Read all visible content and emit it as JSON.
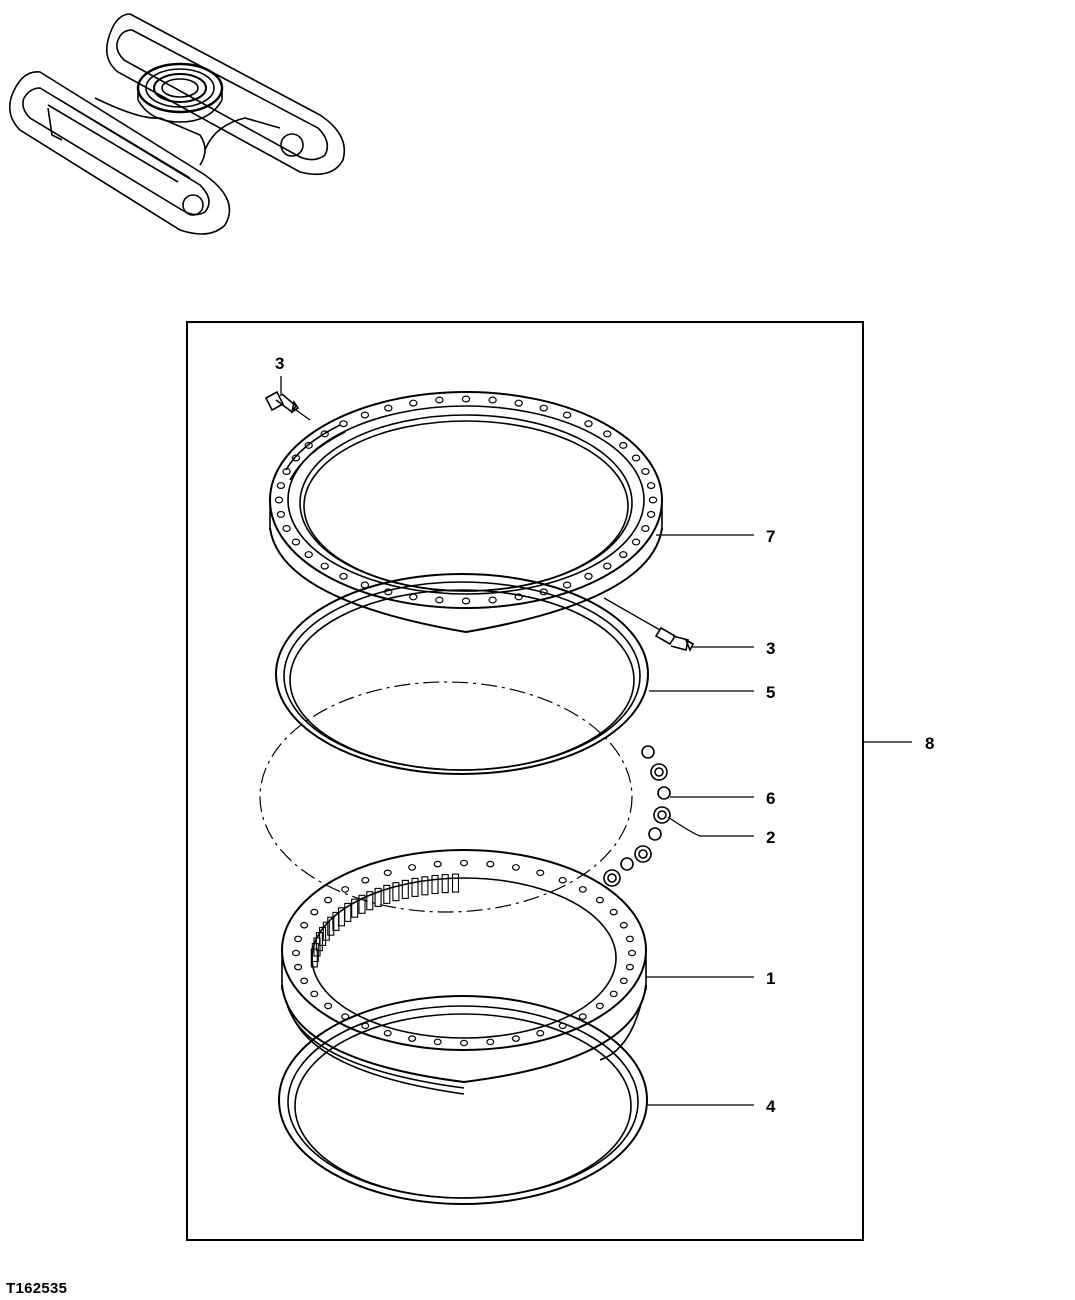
{
  "figure_id": "T162535",
  "callouts": [
    {
      "label": "3"
    },
    {
      "label": "7"
    },
    {
      "label": "3"
    },
    {
      "label": "5"
    },
    {
      "label": "8"
    },
    {
      "label": "6"
    },
    {
      "label": "2"
    },
    {
      "label": "1"
    },
    {
      "label": "4"
    }
  ],
  "colors": {
    "line": "#000000",
    "background": "#ffffff"
  }
}
